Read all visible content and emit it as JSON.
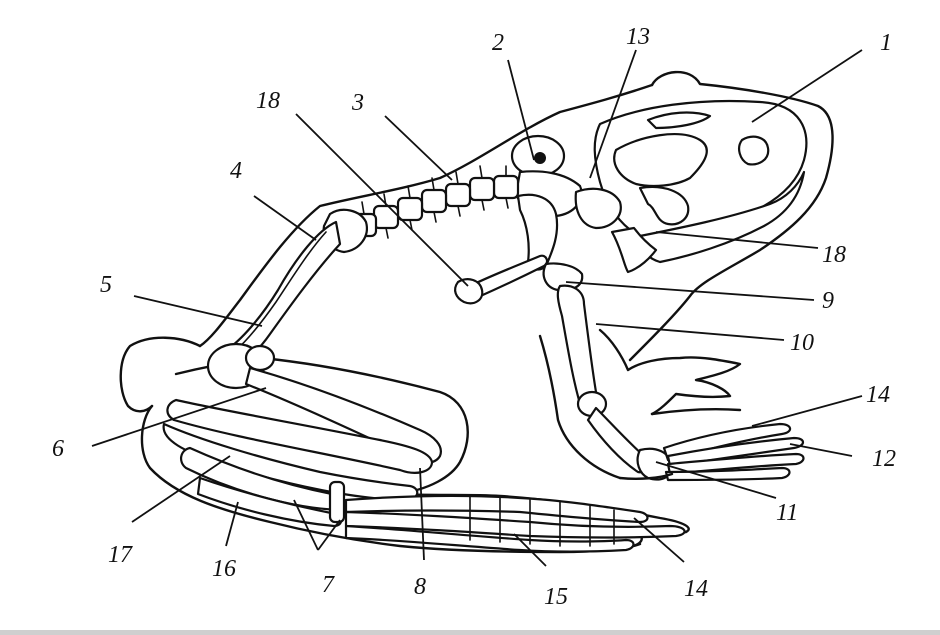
{
  "labels": {
    "l1": "1",
    "l2": "2",
    "l3": "3",
    "l4": "4",
    "l5": "5",
    "l6": "6",
    "l7": "7",
    "l8": "8",
    "l9": "9",
    "l10": "10",
    "l11": "11",
    "l12": "12",
    "l13": "13",
    "l14a": "14",
    "l14b": "14",
    "l15": "15",
    "l16": "16",
    "l17": "17",
    "l18a": "18",
    "l18b": "18"
  }
}
